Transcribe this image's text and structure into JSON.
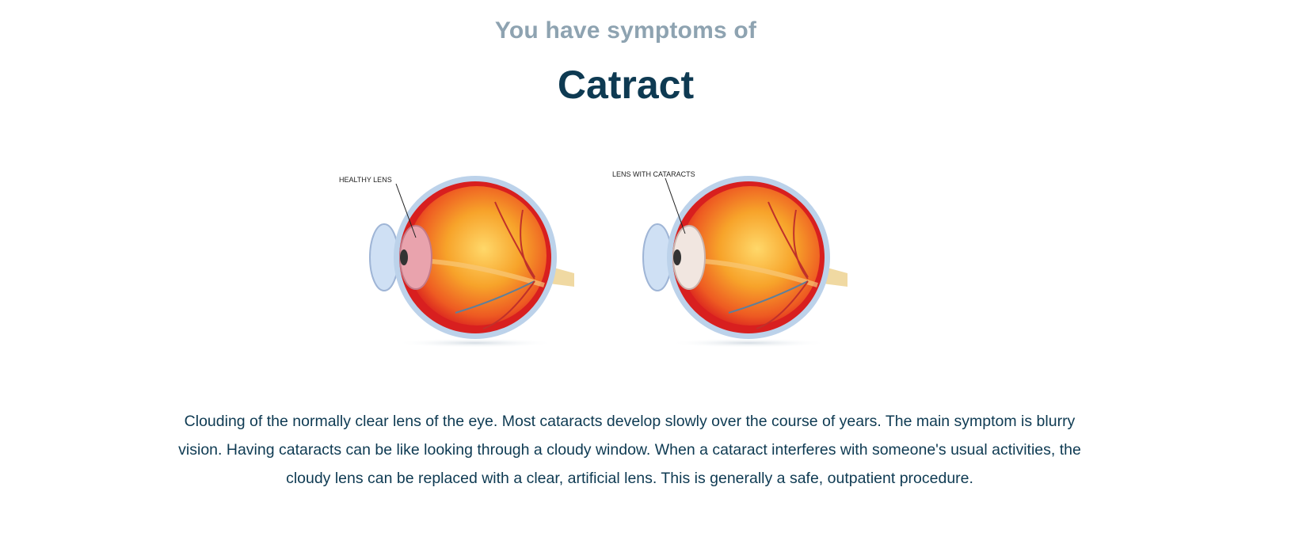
{
  "result": {
    "intro": "You have symptoms of",
    "condition": "Catract",
    "illustration": {
      "healthy_label": "HEALTHY LENS",
      "cataract_label": "LENS WITH CATARACTS"
    },
    "description": "Clouding of the normally clear lens of the eye. Most cataracts develop slowly over the course of years. The main symptom is blurry vision. Having cataracts can be like looking through a cloudy window. When a cataract interferes with someone's usual activities, the cloudy lens can be replaced with a clear, artificial lens. This is generally a safe, outpatient procedure."
  },
  "colors": {
    "intro": "#8ea3b1",
    "heading": "#0e3a52",
    "eye_outer": "#f4a020",
    "eye_rim": "#d81f1f",
    "healthy_lens": "#e9a3ad",
    "cataract_lens": "#f1e6e0"
  }
}
